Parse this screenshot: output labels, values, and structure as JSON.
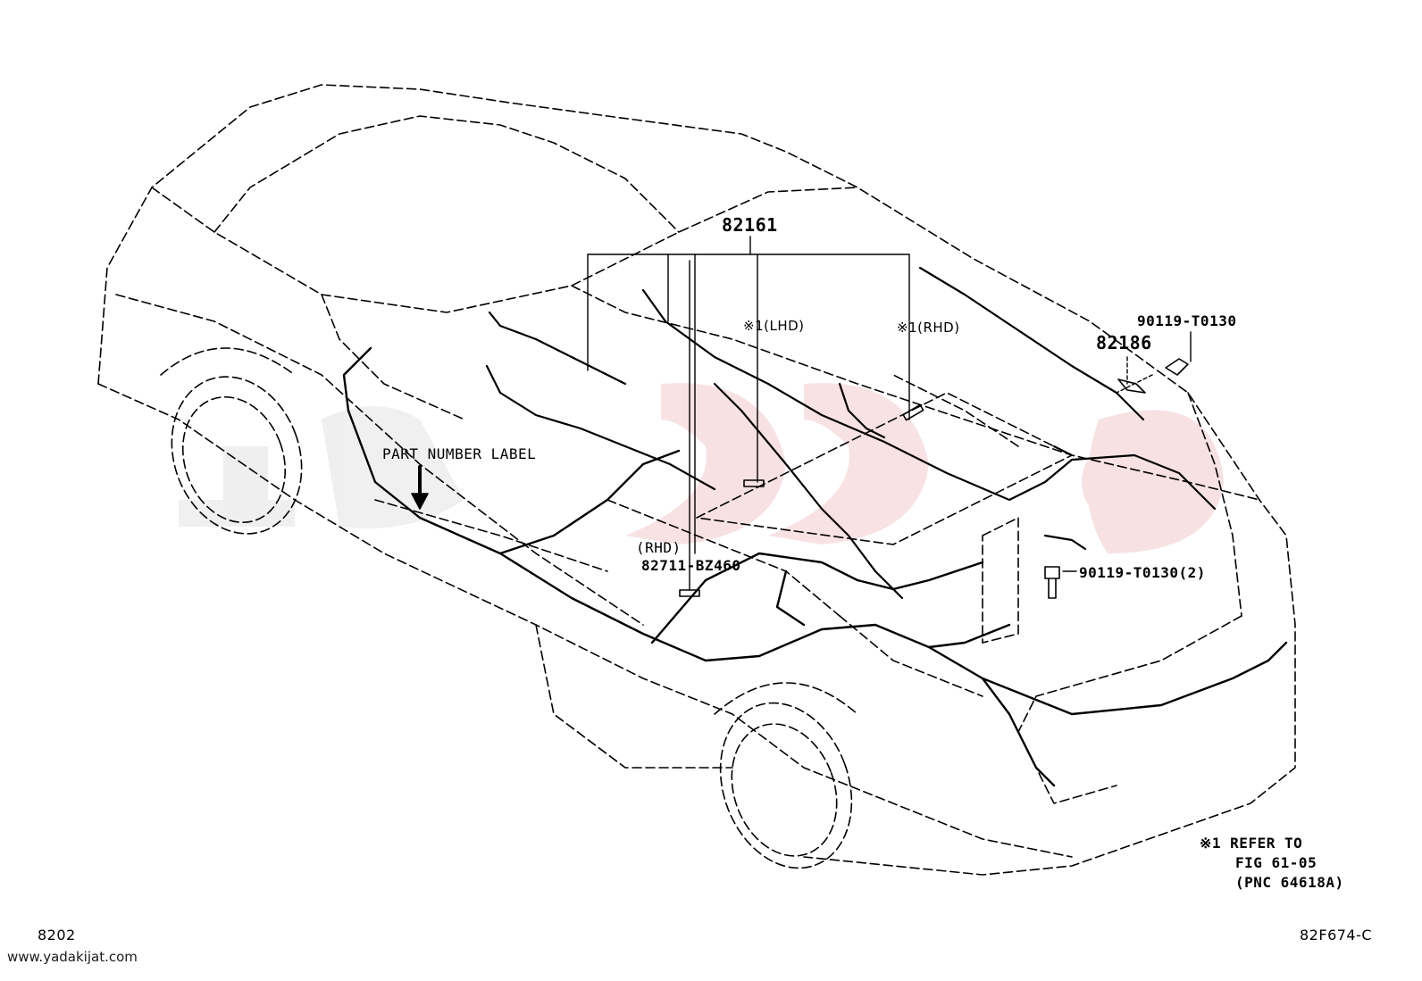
{
  "callouts": {
    "harness_main": "82161",
    "lhd_ref": "※1(LHD)",
    "rhd_ref": "※1(RHD)",
    "bolt_upper": "90119-T0130",
    "clamp": "82186",
    "bolt_lower": "90119-T0130(2)",
    "rhd_tag": "(RHD)",
    "label_part": "82711-BZ460",
    "part_number_label": "PART NUMBER LABEL"
  },
  "note": {
    "line1": "※1 REFER TO",
    "line2": "FIG 61-05",
    "line3": "(PNC 64618A)"
  },
  "footer": {
    "page_code": "8202",
    "figure_code": "82F674-C",
    "website": "www.yadakijat.com"
  }
}
